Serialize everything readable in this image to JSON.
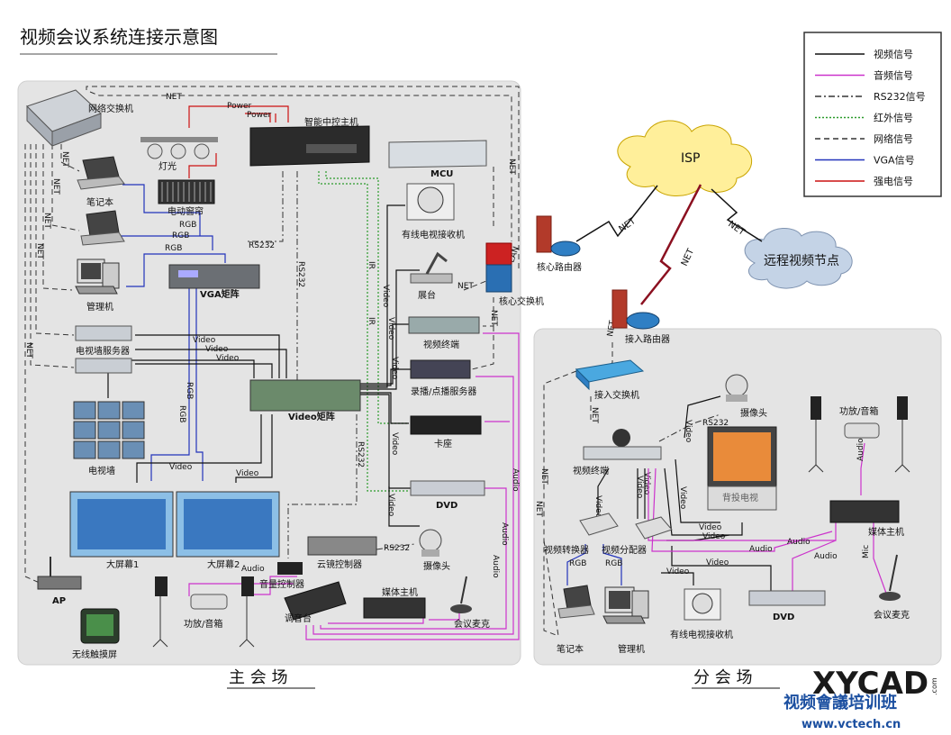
{
  "title": "视频会议系统连接示意图",
  "legend": [
    {
      "label": "视频信号",
      "color": "#111111",
      "dash": ""
    },
    {
      "label": "音频信号",
      "color": "#cc33cc",
      "dash": ""
    },
    {
      "label": "RS232信号",
      "color": "#333333",
      "dash": "7 3 2 3"
    },
    {
      "label": "红外信号",
      "color": "#2a9a2a",
      "dash": "2 2"
    },
    {
      "label": "网络信号",
      "color": "#333333",
      "dash": "6 4"
    },
    {
      "label": "VGA信号",
      "color": "#2233bb",
      "dash": ""
    },
    {
      "label": "强电信号",
      "color": "#cc1111",
      "dash": ""
    }
  ],
  "main_site": {
    "label": "主 会 场",
    "devices": {
      "switch": "网络交换机",
      "lights": "灯光",
      "curtain": "电动窗帘",
      "controller": "智能中控主机",
      "mcu": "MCU",
      "laptop": "笔记本",
      "mgr_pc": "管理机",
      "vga_matrix": "VGA矩阵",
      "tv_receiver": "有线电视接收机",
      "booth": "展台",
      "core_switch": "核心交换机",
      "core_router": "核心路由器",
      "video_terminal": "视频终端",
      "tv_wall_server": "电视墙服务器",
      "record_server": "录播/点播服务器",
      "tv_wall": "电视墙",
      "video_matrix": "Video矩阵",
      "cassette": "卡座",
      "dvd": "DVD",
      "big_screen_1": "大屏幕1",
      "big_screen_2": "大屏幕2",
      "ptz_ctrl": "云镜控制器",
      "camera": "摄像头",
      "ap": "AP",
      "touch": "无线触摸屏",
      "amp": "功放/音箱",
      "volume": "音量控制器",
      "mixer": "调音台",
      "media_host": "媒体主机",
      "mic": "会议麦克"
    }
  },
  "branch_site": {
    "label": "分 会 场",
    "devices": {
      "access_router": "接入路由器",
      "access_switch": "接入交换机",
      "camera": "摄像头",
      "amp": "功放/音箱",
      "video_terminal": "视频终端",
      "rear_tv": "背投电视",
      "converter": "视频转换器",
      "distributor": "视频分配器",
      "media_host": "媒体主机",
      "laptop": "笔记本",
      "mgr_pc": "管理机",
      "tv_receiver": "有线电视接收机",
      "dvd": "DVD",
      "mic": "会议麦克"
    }
  },
  "cloud": {
    "isp": "ISP",
    "remote": "远程视频节点"
  },
  "signals": {
    "net": "NET",
    "power": "Power",
    "rgb": "RGB",
    "video": "Video",
    "audio": "Audio",
    "rs232": "RS232",
    "ir": "IR",
    "mic": "Mic",
    "lan": "LAN"
  },
  "watermark": {
    "brand": "XYCAD",
    "brand_suffix": ".com",
    "cn": "视频會議培训班",
    "url": "www.vctech.cn"
  }
}
